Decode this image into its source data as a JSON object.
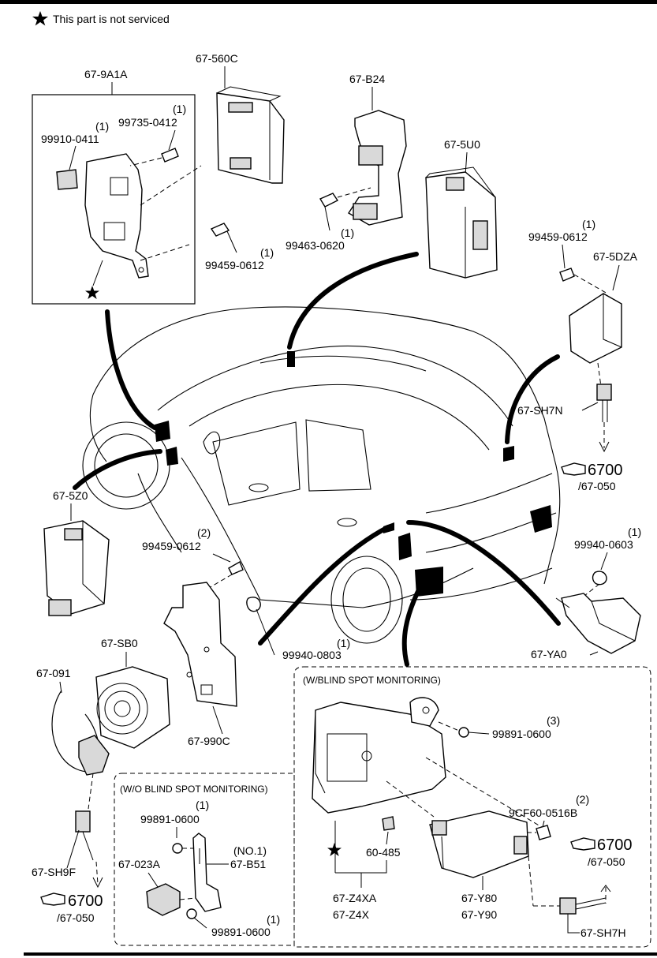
{
  "note": {
    "text": "This part is not serviced"
  },
  "parts": {
    "p_679A1A": "67-9A1A",
    "p_99910": "99910-0411",
    "p_99910_qty": "(1)",
    "p_99735": "99735-0412",
    "p_99735_qty": "(1)",
    "p_99459_a": "99459-0612",
    "p_99459_a_qty": "(1)",
    "p_67560C": "67-560C",
    "p_67B24": "67-B24",
    "p_675U0": "67-5U0",
    "p_99463": "99463-0620",
    "p_99463_qty": "(1)",
    "p_99459_b": "99459-0612",
    "p_99459_b_qty": "(1)",
    "p_675DZA": "67-5DZA",
    "p_67SH7N": "67-SH7N",
    "ref1_num": "6700",
    "ref1_sub": "/67-050",
    "p_675Z0": "67-5Z0",
    "p_99459_c": "99459-0612",
    "p_99459_c_qty": "(2)",
    "p_99940_a": "99940-0603",
    "p_99940_a_qty": "(1)",
    "p_99940_b": "99940-0803",
    "p_99940_b_qty": "(1)",
    "p_67SB0": "67-SB0",
    "p_67091": "67-091",
    "p_67990C": "67-990C",
    "p_67YA0": "67-YA0",
    "p_67SH9F": "67-SH9F",
    "ref2_num": "6700",
    "ref2_sub": "/67-050",
    "wo_bsm_title": "(W/O BLIND SPOT MONITORING)",
    "p_99891_a": "99891-0600",
    "p_99891_a_qty": "(1)",
    "p_67023A": "67-023A",
    "p_67B51": "67-B51",
    "p_67B51_qty": "(NO.1)",
    "p_99891_b": "99891-0600",
    "p_99891_b_qty": "(1)",
    "w_bsm_title": "(W/BLIND SPOT MONITORING)",
    "p_99891_c": "99891-0600",
    "p_99891_c_qty": "(3)",
    "p_9CF60": "9CF60-0516B",
    "p_9CF60_qty": "(2)",
    "ref3_num": "6700",
    "ref3_sub": "/67-050",
    "p_60485": "60-485",
    "p_67Z4XA": "67-Z4XA",
    "p_67Z4X": "67-Z4X",
    "p_67Y80": "67-Y80",
    "p_67Y90": "67-Y90",
    "p_67SH7H": "67-SH7H"
  },
  "icons": {
    "star": "star-icon",
    "ref": "pointing-hand-icon"
  }
}
